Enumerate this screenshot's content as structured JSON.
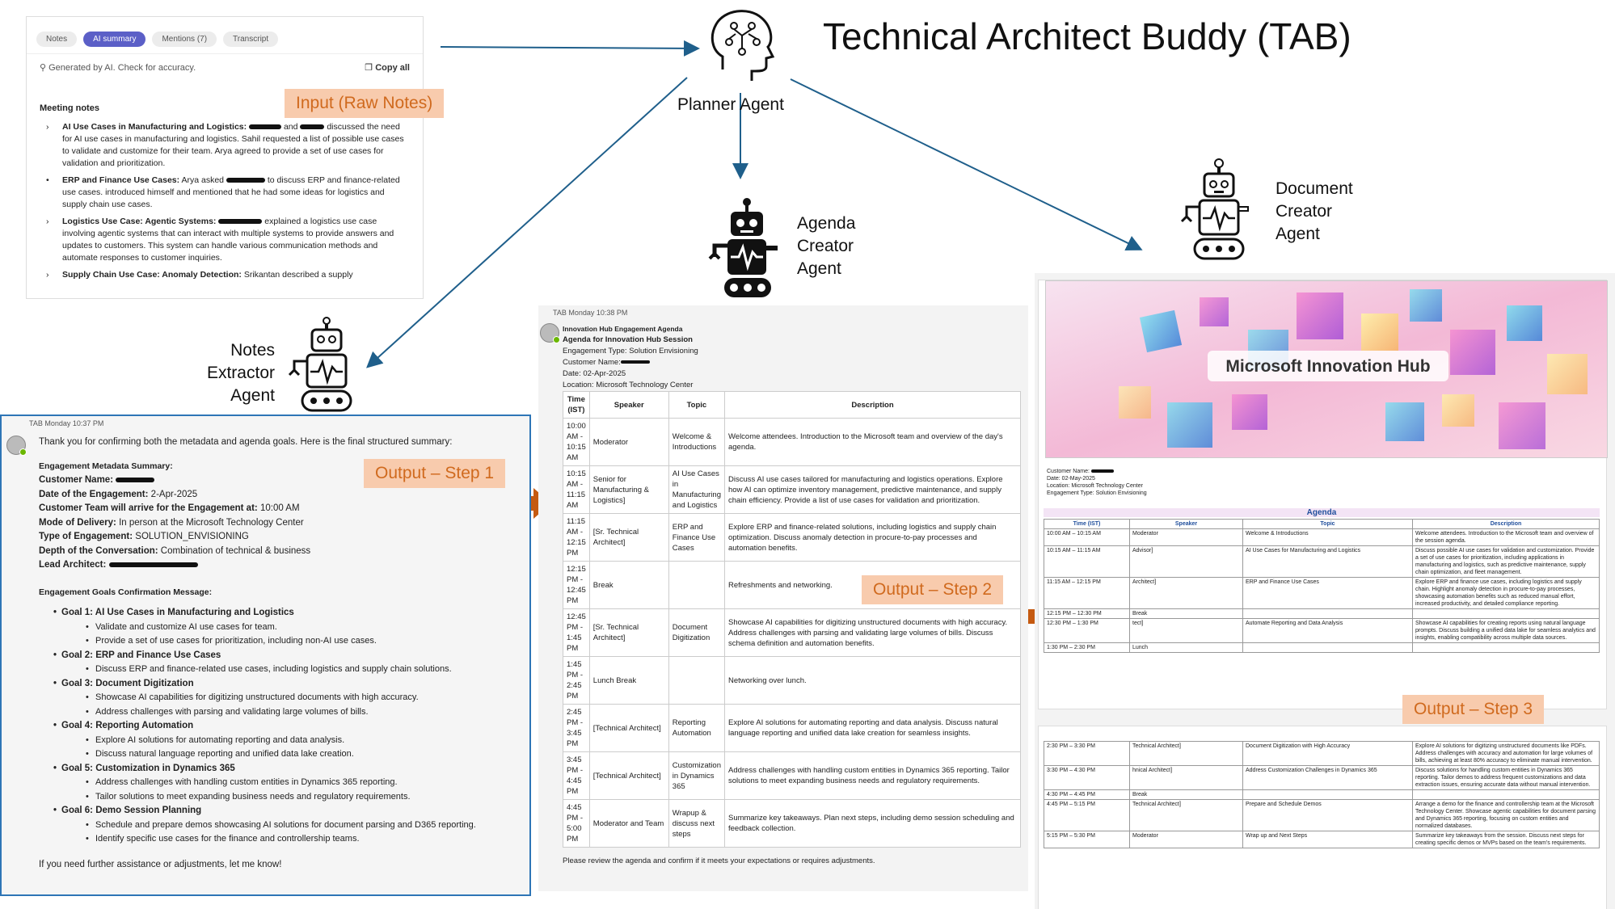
{
  "title": "Technical Architect Buddy (TAB)",
  "agents": {
    "planner": "Planner Agent",
    "agenda": [
      "Agenda",
      "Creator",
      "Agent"
    ],
    "document": [
      "Document",
      "Creator",
      "Agent"
    ],
    "notes": [
      "Notes",
      "Extractor",
      "Agent"
    ]
  },
  "steps": {
    "input": "Input (Raw Notes)",
    "out1": "Output – Step 1",
    "out2": "Output – Step 2",
    "out3": "Output – Step 3"
  },
  "icons": {
    "planner": "robot-head-brain-icon",
    "agenda": "robot-heartbeat-icon",
    "document": "robot-heartbeat-icon",
    "notes": "robot-heartbeat-icon",
    "colors": {
      "arrow": "#1f5f8b",
      "orange_arrow": "#c55a11",
      "tab_active": "#5b5fc7",
      "step_bg": "#f8cbad",
      "step_text": "#d06a1e"
    }
  },
  "raw_notes": {
    "tabs": [
      "Notes",
      "AI summary",
      "Mentions (7)",
      "Transcript"
    ],
    "generated": "Generated by AI. Check for accuracy.",
    "copy_all": "Copy all",
    "heading": "Meeting notes",
    "items": [
      {
        "title": "AI Use Cases in Manufacturing and Logistics:",
        "mid": "and",
        "text": "discussed the need for AI use cases in manufacturing and logistics. Sahil requested a list of possible use cases to validate and customize for their team. Arya agreed to provide a set of use cases for validation and prioritization."
      },
      {
        "title": "ERP and Finance Use Cases:",
        "mid": "Arya asked",
        "text": "to discuss ERP and finance-related use cases. introduced himself and mentioned that he had some ideas for logistics and supply chain use cases."
      },
      {
        "title": "Logistics Use Case: Agentic Systems:",
        "mid": "",
        "text": "explained a logistics use case involving agentic systems that can interact with multiple systems to provide answers and updates to customers. This system can handle various communication methods and automate responses to customer inquiries."
      },
      {
        "title": "Supply Chain Use Case: Anomaly Detection:",
        "mid": "",
        "text": "Srikantan described a supply"
      }
    ]
  },
  "output1": {
    "meta": "TAB   Monday 10:37 PM",
    "intro": "Thank you for confirming both the metadata and agenda goals. Here is the final structured summary:",
    "summary_head": "Engagement Metadata Summary:",
    "fields": [
      {
        "k": "Customer Name:",
        "v": ""
      },
      {
        "k": "Date of the Engagement:",
        "v": "2-Apr-2025"
      },
      {
        "k": "Customer Team will arrive for the Engagement at:",
        "v": "10:00 AM"
      },
      {
        "k": "Mode of Delivery:",
        "v": "In person at the Microsoft Technology Center"
      },
      {
        "k": "Type of Engagement:",
        "v": "SOLUTION_ENVISIONING"
      },
      {
        "k": "Depth of the Conversation:",
        "v": "Combination of technical & business"
      },
      {
        "k": "Lead Architect:",
        "v": ""
      }
    ],
    "goals_head": "Engagement Goals Confirmation Message:",
    "goals": [
      {
        "t": "Goal 1: AI Use Cases in Manufacturing and Logistics",
        "s": [
          "Validate and customize AI use cases for team.",
          "Provide a set of use cases for prioritization, including non-AI use cases."
        ]
      },
      {
        "t": "Goal 2: ERP and Finance Use Cases",
        "s": [
          "Discuss ERP and finance-related use cases, including logistics and supply chain solutions."
        ]
      },
      {
        "t": "Goal 3: Document Digitization",
        "s": [
          "Showcase AI capabilities for digitizing unstructured documents with high accuracy.",
          "Address challenges with parsing and validating large volumes of bills."
        ]
      },
      {
        "t": "Goal 4: Reporting Automation",
        "s": [
          "Explore AI solutions for automating reporting and data analysis.",
          "Discuss natural language reporting and unified data lake creation."
        ]
      },
      {
        "t": "Goal 5: Customization in Dynamics 365",
        "s": [
          "Address challenges with handling custom entities in Dynamics 365 reporting.",
          "Tailor solutions to meet expanding business needs and regulatory requirements."
        ]
      },
      {
        "t": "Goal 6: Demo Session Planning",
        "s": [
          "Schedule and prepare demos showcasing AI solutions for document parsing and D365 reporting.",
          "Identify specific use cases for the finance and controllership teams."
        ]
      }
    ],
    "closing": "If you need further assistance or adjustments, let me know!"
  },
  "output2": {
    "meta": "TAB   Monday 10:38 PM",
    "header": [
      "Innovation Hub Engagement Agenda",
      "Agenda for Innovation Hub Session",
      "Engagement Type: Solution Envisioning",
      "Customer Name:",
      "Date: 02-Apr-2025",
      "Location: Microsoft Technology Center"
    ],
    "columns": [
      "Time (IST)",
      "Speaker",
      "Topic",
      "Description"
    ],
    "rows": [
      [
        "10:00 AM - 10:15 AM",
        "Moderator",
        "Welcome & Introductions",
        "Welcome attendees. Introduction to the Microsoft team and overview of the day's agenda."
      ],
      [
        "10:15 AM - 11:15 AM",
        "Senior for Manufacturing & Logistics]",
        "AI Use Cases in Manufacturing and Logistics",
        "Discuss AI use cases tailored for manufacturing and logistics operations. Explore how AI can optimize inventory management, predictive maintenance, and supply chain efficiency. Provide a list of use cases for validation and prioritization."
      ],
      [
        "11:15 AM - 12:15 PM",
        "[Sr. Technical Architect]",
        "ERP and Finance Use Cases",
        "Explore ERP and finance-related solutions, including logistics and supply chain optimization. Discuss anomaly detection in procure-to-pay processes and automation benefits."
      ],
      [
        "12:15 PM - 12:45 PM",
        "Break",
        "",
        "Refreshments and networking."
      ],
      [
        "12:45 PM - 1:45 PM",
        "[Sr. Technical Architect]",
        "Document Digitization",
        "Showcase AI capabilities for digitizing unstructured documents with high accuracy. Address challenges with parsing and validating large volumes of bills. Discuss schema definition and automation benefits."
      ],
      [
        "1:45 PM - 2:45 PM",
        "Lunch Break",
        "",
        "Networking over lunch."
      ],
      [
        "2:45 PM - 3:45 PM",
        "[Technical Architect]",
        "Reporting Automation",
        "Explore AI solutions for automating reporting and data analysis. Discuss natural language reporting and unified data lake creation for seamless insights."
      ],
      [
        "3:45 PM - 4:45 PM",
        "[Technical Architect]",
        "Customization in Dynamics 365",
        "Address challenges with handling custom entities in Dynamics 365 reporting. Tailor solutions to meet expanding business needs and regulatory requirements."
      ],
      [
        "4:45 PM - 5:00 PM",
        "Moderator and Team",
        "Wrapup & discuss next steps",
        "Summarize key takeaways. Plan next steps, including demo session scheduling and feedback collection."
      ]
    ],
    "footer": "Please review the agenda and confirm if it meets your expectations or requires adjustments."
  },
  "output3": {
    "banner": "Microsoft Innovation Hub",
    "info": [
      "Customer Name:",
      "Date: 02-May-2025",
      "Location: Microsoft Technology Center",
      "Engagement Type: Solution Envisioning"
    ],
    "agenda_label": "Agenda",
    "columns": [
      "Time (IST)",
      "Speaker",
      "Topic",
      "Description"
    ],
    "rows": [
      [
        "10:00 AM – 10:15 AM",
        "Moderator",
        "Welcome & Introductions",
        "Welcome attendees. Introduction to the Microsoft team and overview of the session agenda."
      ],
      [
        "10:15 AM – 11:15 AM",
        "Advisor]",
        "AI Use Cases for Manufacturing and Logistics",
        "Discuss possible AI use cases for validation and customization. Provide a set of use cases for prioritization, including applications in manufacturing and logistics, such as predictive maintenance, supply chain optimization, and fleet management."
      ],
      [
        "11:15 AM – 12:15 PM",
        "Architect]",
        "ERP and Finance Use Cases",
        "Explore ERP and finance use cases, including logistics and supply chain. Highlight anomaly detection in procure-to-pay processes, showcasing automation benefits such as reduced manual effort, increased productivity, and detailed compliance reporting."
      ],
      [
        "12:15 PM – 12:30 PM",
        "Break",
        "",
        ""
      ],
      [
        "12:30 PM – 1:30 PM",
        "tect]",
        "Automate Reporting and Data Analysis",
        "Showcase AI capabilities for creating reports using natural language prompts. Discuss building a unified data lake for seamless analytics and insights, enabling compatibility across multiple data sources."
      ],
      [
        "1:30 PM – 2:30 PM",
        "Lunch",
        "",
        ""
      ]
    ],
    "rows2": [
      [
        "2:30 PM – 3:30 PM",
        "Technical Architect]",
        "Document Digitization with High Accuracy",
        "Explore AI solutions for digitizing unstructured documents like PDFs. Address challenges with accuracy and automation for large volumes of bills, achieving at least 80% accuracy to eliminate manual intervention."
      ],
      [
        "3:30 PM – 4:30 PM",
        "hnical Architect]",
        "Address Customization Challenges in Dynamics 365",
        "Discuss solutions for handling custom entities in Dynamics 365 reporting. Tailor demos to address frequent customizations and data extraction issues, ensuring accurate data without manual intervention."
      ],
      [
        "4:30 PM – 4:45 PM",
        "Break",
        "",
        ""
      ],
      [
        "4:45 PM – 5:15 PM",
        "Technical Architect]",
        "Prepare and Schedule Demos",
        "Arrange a demo for the finance and controllership team at the Microsoft Technology Center. Showcase agentic capabilities for document parsing and Dynamics 365 reporting, focusing on custom entities and normalized databases."
      ],
      [
        "5:15 PM – 5:30 PM",
        "Moderator",
        "Wrap up and Next Steps",
        "Summarize key takeaways from the session. Discuss next steps for creating specific demos or MVPs based on the team's requirements."
      ]
    ]
  }
}
